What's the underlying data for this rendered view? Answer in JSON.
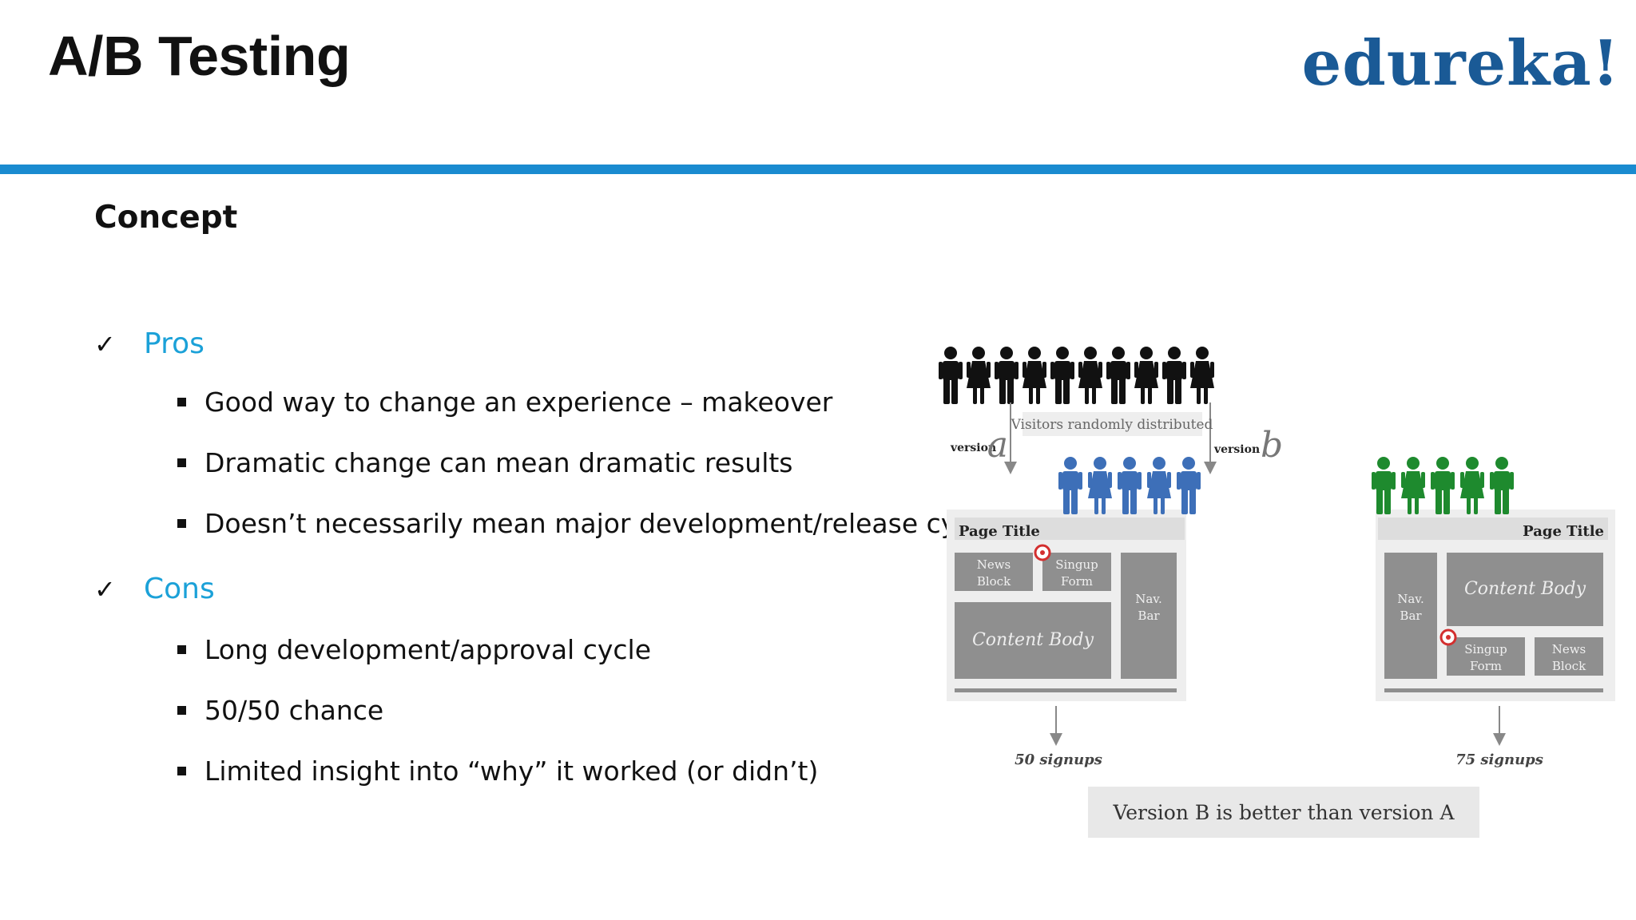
{
  "slide": {
    "title": "A/B Testing",
    "logo": "edureka!",
    "heading": "Concept",
    "accent_color": "#1a8bd0",
    "pros": {
      "label": "Pros",
      "items": [
        "Good way to change an experience – makeover",
        "Dramatic change can mean dramatic results",
        "Doesn’t necessarily mean major development/release cycle"
      ]
    },
    "cons": {
      "label": "Cons",
      "items": [
        "Long development/approval cycle",
        "50/50 chance",
        "Limited insight into “why” it worked (or didn’t)"
      ]
    }
  },
  "diagram": {
    "visitors_label": "Visitors randomly distributed",
    "version_word": "version",
    "version_a_letter": "a",
    "version_b_letter": "b",
    "group_a_color": "#3d6fb8",
    "group_b_color": "#1e8a2e",
    "page_a": {
      "title": "Page Title",
      "news": "News\nBlock",
      "signup": "Singup\nForm",
      "nav": "Nav.\nBar",
      "content": "Content Body"
    },
    "page_b": {
      "title": "Page Title",
      "news": "News\nBlock",
      "signup": "Singup\nForm",
      "nav": "Nav.\nBar",
      "content": "Content Body"
    },
    "result_a": "50 signups",
    "result_b": "75 signups",
    "conclusion": "Version B is better than version A"
  }
}
